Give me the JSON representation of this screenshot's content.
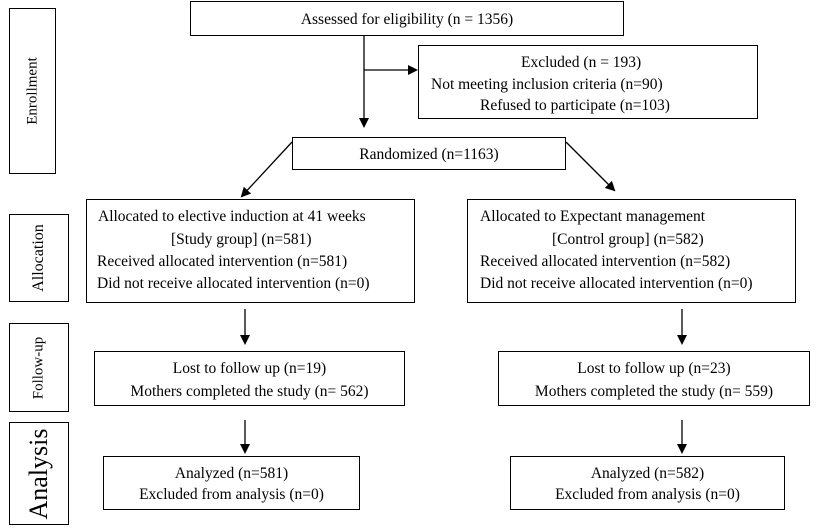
{
  "stages": {
    "enrollment": "Enrollment",
    "allocation": "Allocation",
    "followup": "Follow-up",
    "analysis": "Analysis"
  },
  "assessed": "Assessed for eligibility  (n = 1356)",
  "excluded": {
    "title": "Excluded  (n = 193)",
    "line1": "Not meeting inclusion criteria (n=90)",
    "line2": "Refused to participate (n=103)"
  },
  "randomized": "Randomized (n=1163)",
  "study": {
    "alloc1": "Allocated to elective induction at 41 weeks",
    "alloc2": "[Study group] (n=581)",
    "alloc3": "Received allocated intervention (n=581)",
    "alloc4": "Did not receive allocated intervention (n=0)",
    "follow1": "Lost to follow up (n=19)",
    "follow2": "Mothers completed the study (n= 562)",
    "anal1": "Analyzed (n=581)",
    "anal2": "Excluded from analysis (n=0)"
  },
  "control": {
    "alloc1": "Allocated to Expectant management",
    "alloc2": "[Control group]  (n=582)",
    "alloc3": "Received allocated intervention (n=582)",
    "alloc4": "Did not receive allocated intervention (n=0)",
    "follow1": "Lost to follow up (n=23)",
    "follow2": "Mothers completed the study (n= 559)",
    "anal1": "Analyzed (n=582)",
    "anal2": "Excluded from analysis (n=0)"
  }
}
